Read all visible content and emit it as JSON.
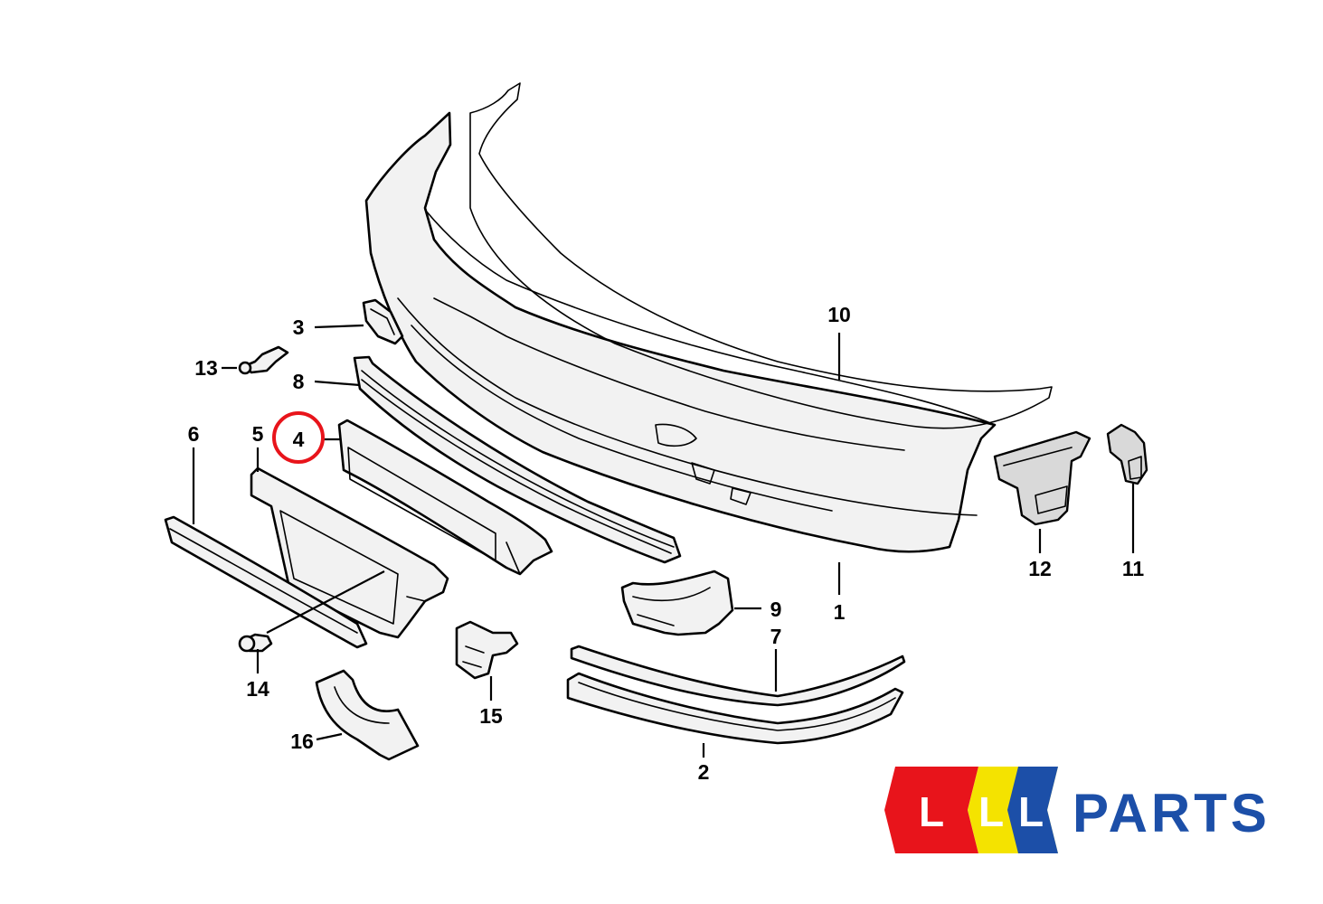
{
  "callouts": {
    "c1": "1",
    "c2": "2",
    "c3": "3",
    "c4": "4",
    "c5": "5",
    "c6": "6",
    "c7": "7",
    "c8": "8",
    "c9": "9",
    "c10": "10",
    "c11": "11",
    "c12": "12",
    "c13": "13",
    "c14": "14",
    "c15": "15",
    "c16": "16"
  },
  "highlighted_callout": "4",
  "highlight_color": "#e8141b",
  "logo": {
    "letters": [
      "L",
      "L",
      "L"
    ],
    "word": "PARTS",
    "colors": {
      "block_red": "#e8141b",
      "block_yellow": "#f4e300",
      "block_blue": "#1c4fa8",
      "word": "#1c4fa8"
    }
  }
}
